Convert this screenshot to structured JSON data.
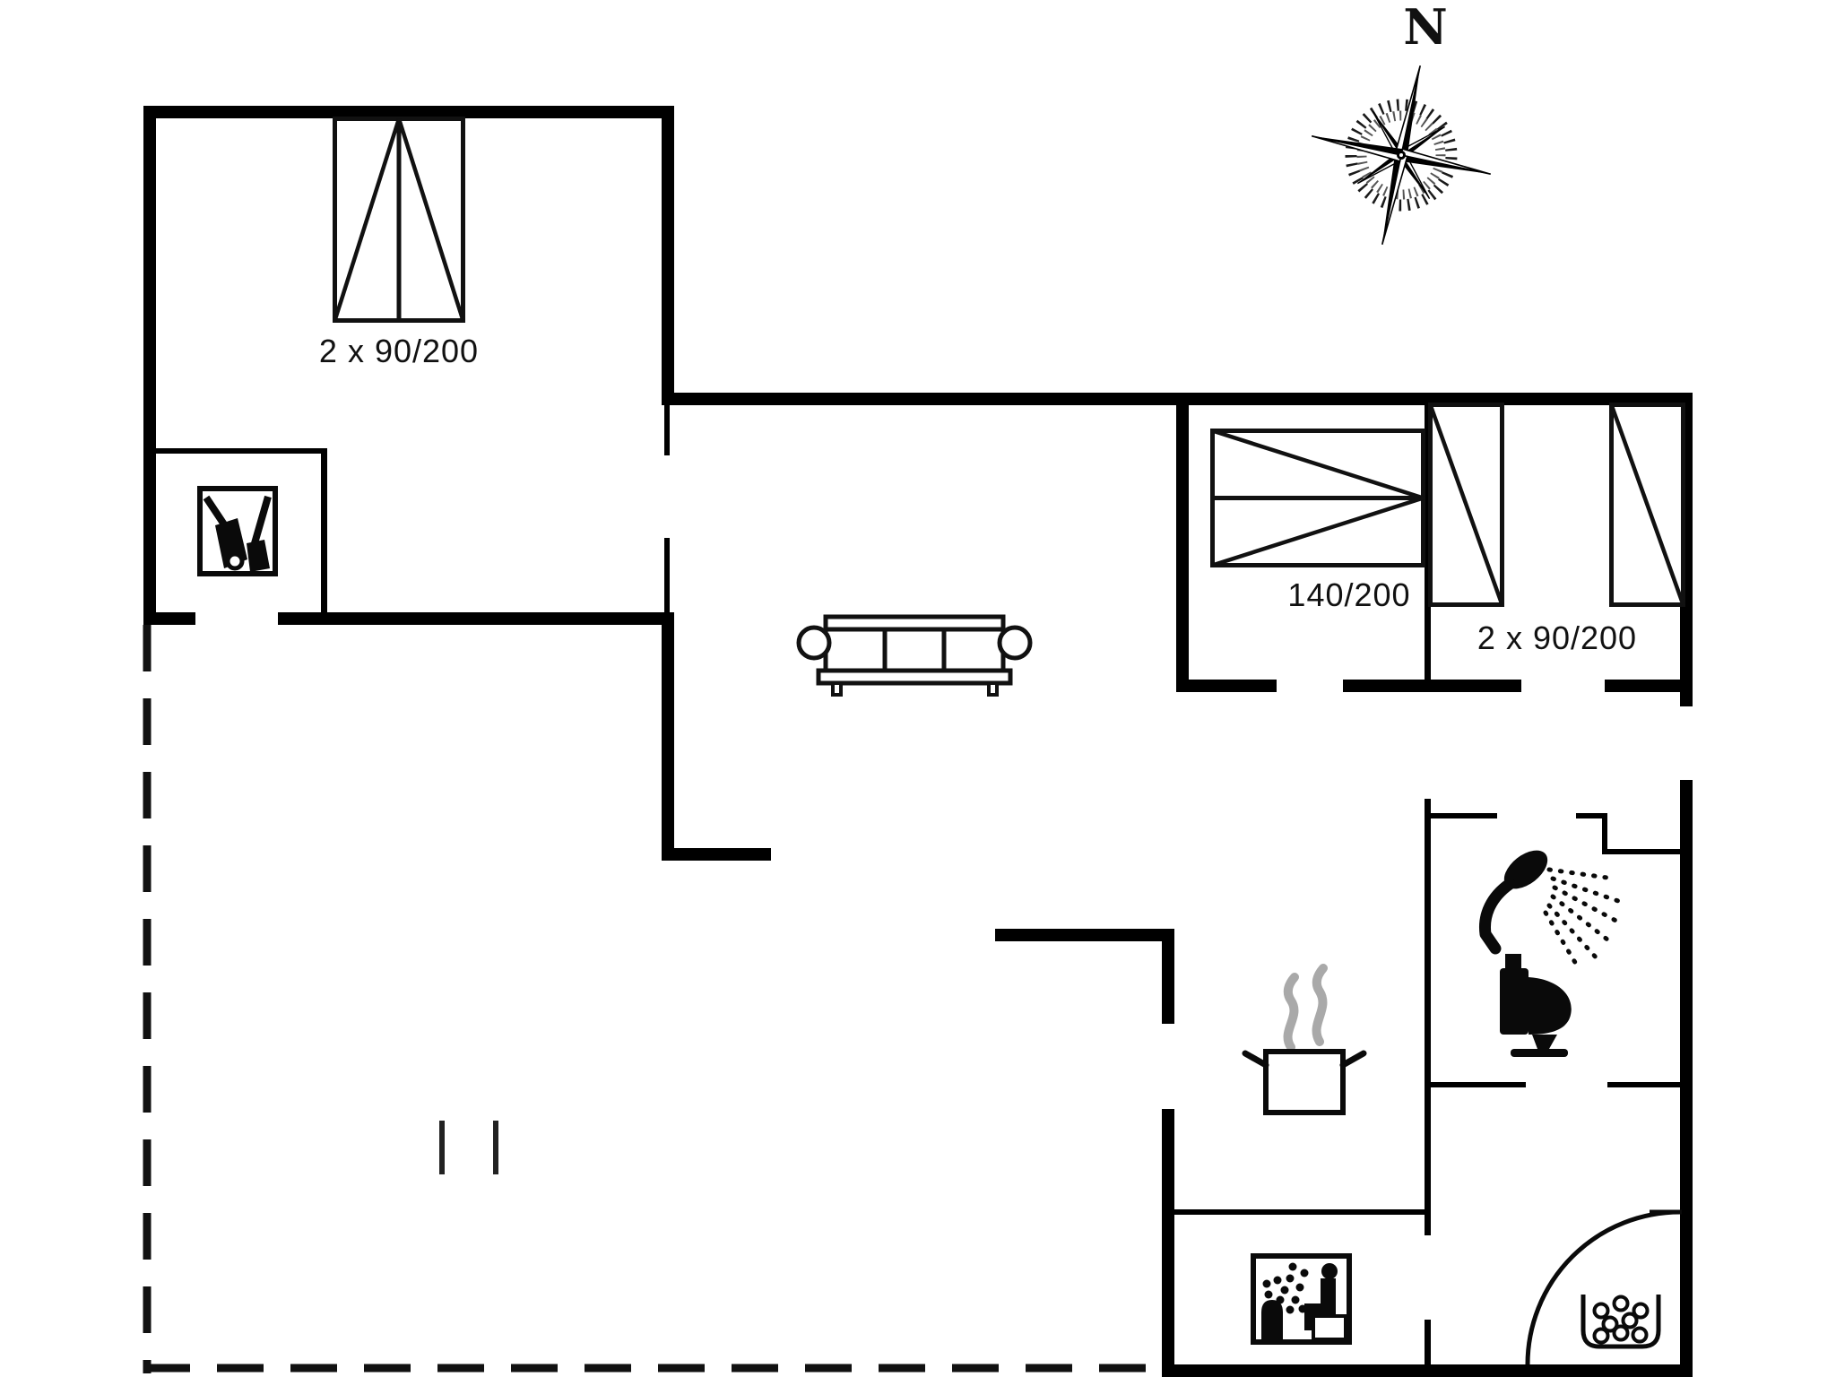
{
  "document": {
    "type": "holiday-house floor plan",
    "background_color": "#ffffff",
    "wall_color": "#000000",
    "steam_color": "#a9a9a9"
  },
  "compass": {
    "north_label": "N"
  },
  "labels": {
    "bedroom1_bed": "2 x 90/200",
    "double_bed": "140/200",
    "twin_beds": "2 x 90/200"
  },
  "icons": {
    "compass": "compass-rose-icon",
    "storage": "vacuum-cleaner-icon",
    "living": "sofa-icon",
    "kitchen": "steaming-pot-icon",
    "bath_shower": "shower-icon",
    "bath_toilet": "toilet-icon",
    "sauna": "sauna-person-icon",
    "entry_door": "door-swing-icon",
    "whirlpool": "bubbles-icon"
  }
}
